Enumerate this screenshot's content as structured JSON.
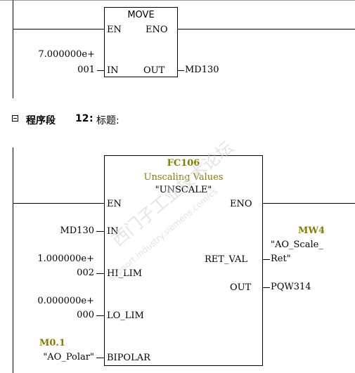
{
  "network11": {
    "box_title": "MOVE",
    "pin_en": "EN",
    "pin_eno": "ENO",
    "pin_in": "IN",
    "pin_out": "OUT",
    "in_value_line1": "7.000000e+",
    "in_value_line2": "001",
    "out_operand": "MD130"
  },
  "network12": {
    "expand_icon": "minus-box-icon",
    "header_label": "程序段",
    "header_number": "12",
    "header_colon": ":",
    "header_title": "标题:",
    "block_number": "FC106",
    "block_comment": "Unscaling Values",
    "block_symbol": "\"UNSCALE\"",
    "pin_en": "EN",
    "pin_eno": "ENO",
    "pin_in": "IN",
    "pin_hi_lim": "HI_LIM",
    "pin_lo_lim": "LO_LIM",
    "pin_bipolar": "BIPOLAR",
    "pin_ret_val": "RET_VAL",
    "pin_out": "OUT",
    "in_operand": "MD130",
    "hi_lim_line1": "1.000000e+",
    "hi_lim_line2": "002",
    "lo_lim_line1": "0.000000e+",
    "lo_lim_line2": "000",
    "bipolar_address": "M0.1",
    "bipolar_symbol": "\"AO_Polar\"",
    "ret_val_address": "MW4",
    "ret_val_symbol_line1": "\"AO_Scale_",
    "ret_val_symbol_line2": "Ret\"",
    "out_operand": "PQW314"
  },
  "watermark": {
    "line1": "西门子工业技术论坛",
    "line2": "support.industry.siemens.com/cs"
  },
  "colors": {
    "symbol_olive": "#808000",
    "line": "#000000",
    "background": "#ffffff"
  }
}
